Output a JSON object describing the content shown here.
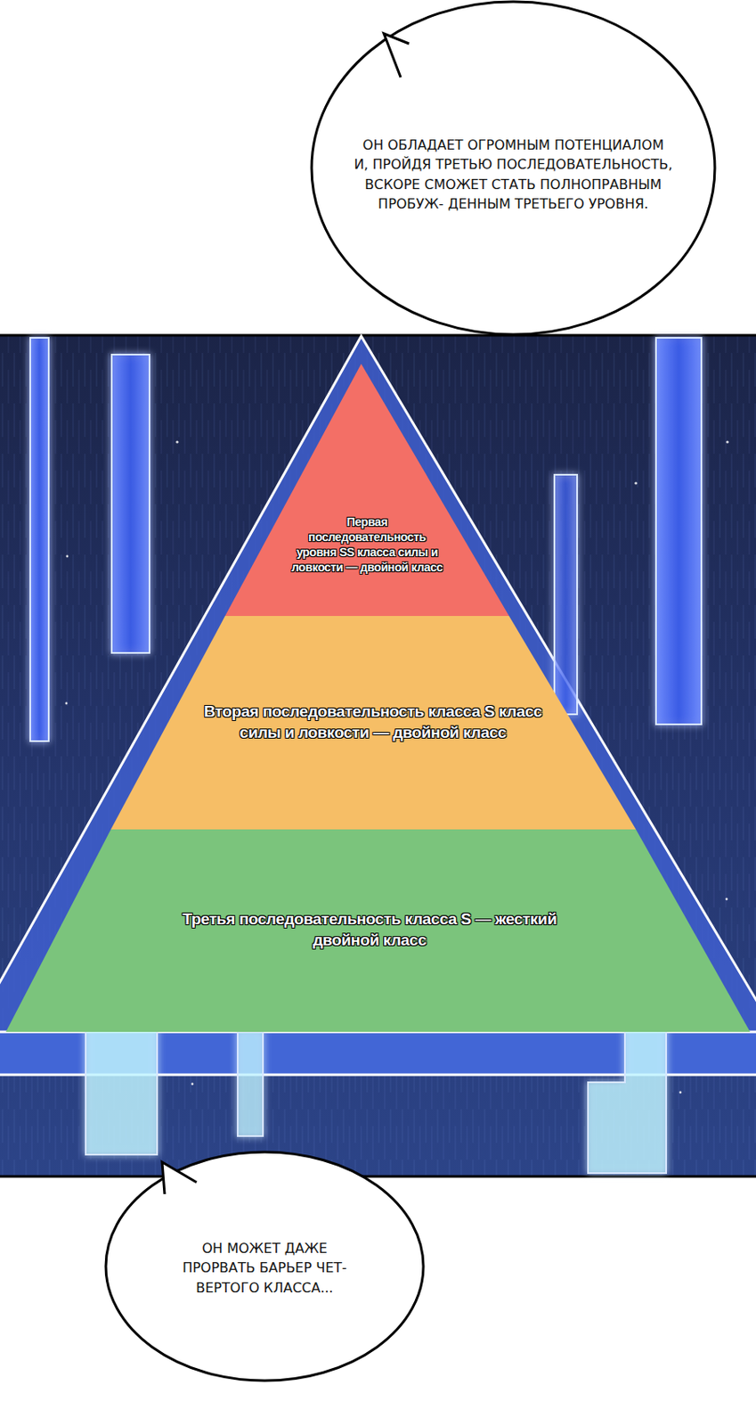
{
  "diagram": {
    "nodes": [
      {
        "text": [
          "ОН ОБЛАДАЕТ ОГРОМНЫМ ПОТЕНЦИАЛОМ И, ПРОЙДЯ ТРЕТЬЮ ПОСЛЕДОВАТЕЛЬНОСТЬ, ВСКОРЕ СМОЖЕТ СТАТЬ ПОЛНОПРАВНЫМ ПРОБУЖ- ДЕННЫМ ТРЕТЬЕГО УРОВНЯ."
        ]
      },
      {
        "text": [
          "Первая последовательность уровня SS класса силы и ловкости — двойной класс"
        ]
      },
      {
        "text": [
          "Вторая последовательность класса S класс силы и ловкости — двойной класс"
        ]
      },
      {
        "text": [
          "Третья последовательность класса S — жесткий двойной класс"
        ]
      },
      {
        "text": [
          "ОН МОЖЕТ ДАЖЕ ПРОРВАТЬ БАРЬЕР ЧЕТ- ВЕРТОГО КЛАССА..."
        ]
      }
    ]
  }
}
